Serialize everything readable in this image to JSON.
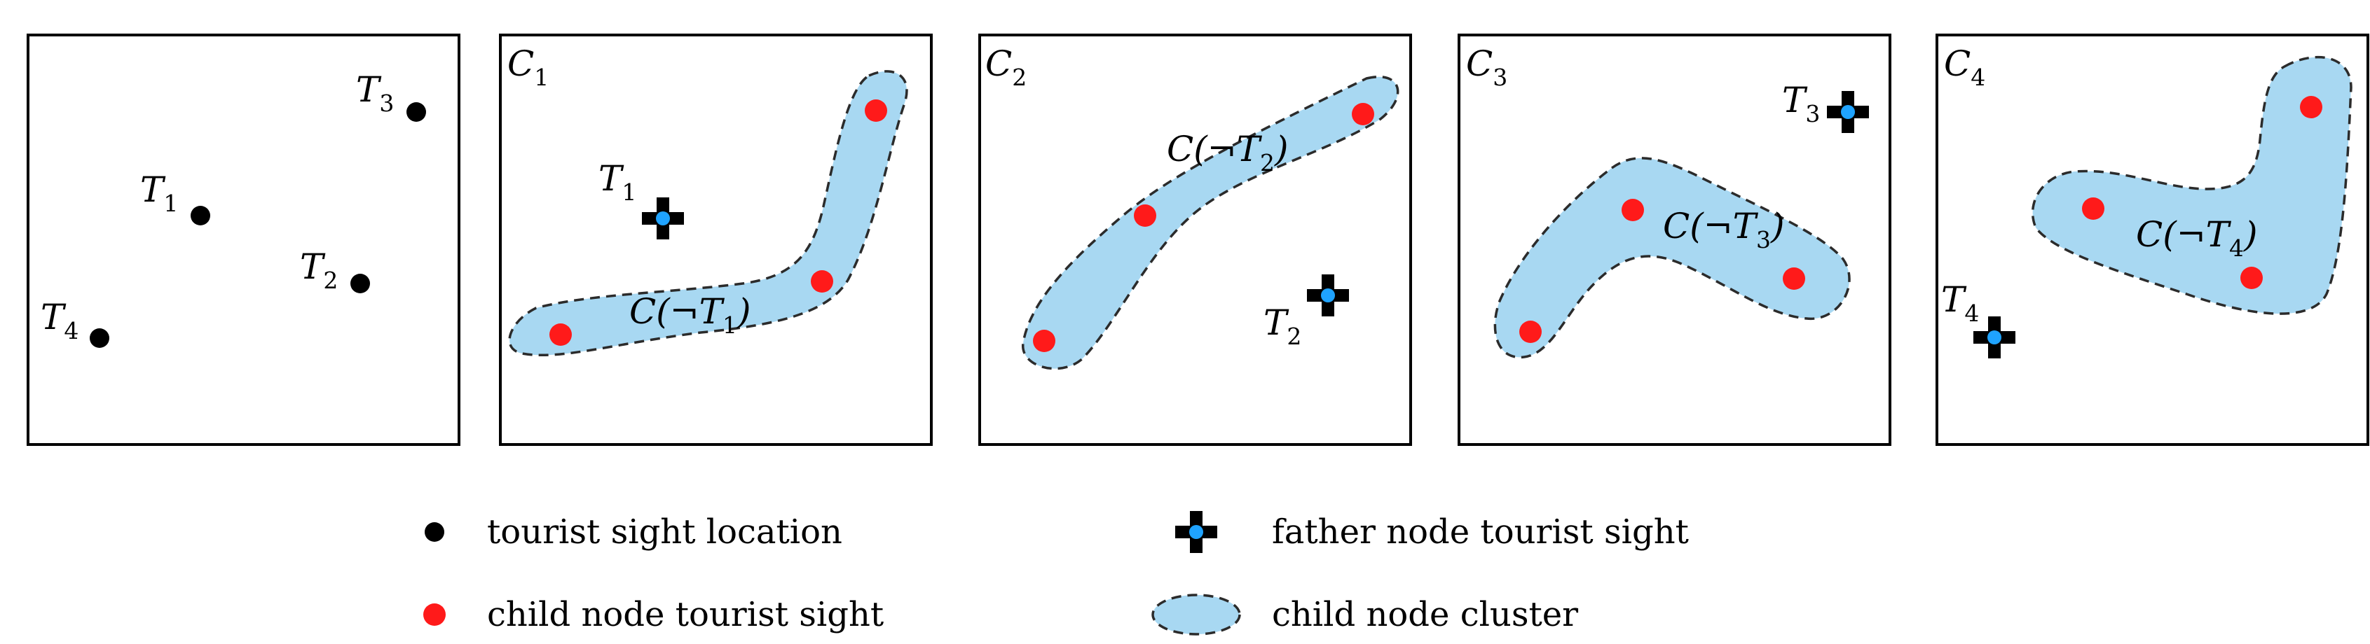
{
  "colors": {
    "sight": "#000000",
    "child": "#ff1a1a",
    "father_cross": "#000000",
    "father_center": "#1fa3ff",
    "cluster_fill": "#a8d8f2"
  },
  "panels": [
    {
      "label": "",
      "sights": [
        {
          "name": "T",
          "sub": "1"
        },
        {
          "name": "T",
          "sub": "2"
        },
        {
          "name": "T",
          "sub": "3"
        },
        {
          "name": "T",
          "sub": "4"
        }
      ]
    },
    {
      "label": "C",
      "label_sub": "1",
      "father": {
        "name": "T",
        "sub": "1"
      },
      "cluster_label": {
        "prefix": "C(¬",
        "name": "T",
        "sub": "1",
        "suffix": ")"
      }
    },
    {
      "label": "C",
      "label_sub": "2",
      "father": {
        "name": "T",
        "sub": "2"
      },
      "cluster_label": {
        "prefix": "C(¬",
        "name": "T",
        "sub": "2",
        "suffix": ")"
      }
    },
    {
      "label": "C",
      "label_sub": "3",
      "father": {
        "name": "T",
        "sub": "3"
      },
      "cluster_label": {
        "prefix": "C(¬",
        "name": "T",
        "sub": "3",
        "suffix": ")"
      }
    },
    {
      "label": "C",
      "label_sub": "4",
      "father": {
        "name": "T",
        "sub": "4"
      },
      "cluster_label": {
        "prefix": "C(¬",
        "name": "T",
        "sub": "4",
        "suffix": ")"
      }
    }
  ],
  "legend": {
    "sight": "tourist sight location",
    "child": "child node tourist sight",
    "father": "father node tourist sight",
    "cluster": "child node cluster"
  }
}
